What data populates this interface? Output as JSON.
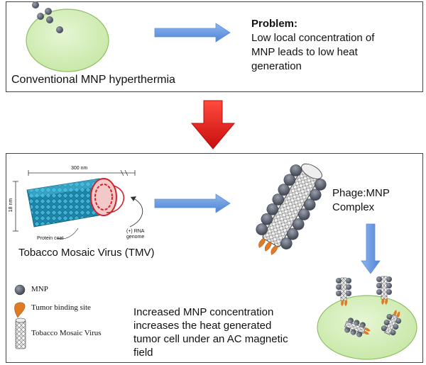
{
  "top_panel": {
    "caption": "Conventional MNP hyperthermia",
    "problem_heading": "Problem:",
    "problem_lines": [
      "Low local concentration of",
      "MNP leads to low heat",
      "generation"
    ]
  },
  "bottom_panel": {
    "tmv_caption": "Tobacco Mosaic Virus (TMV)",
    "tmv_dimension_length": "300 nm",
    "tmv_dimension_width": "18 nm",
    "tmv_protein_label": "Protein coat",
    "tmv_rna_label_lines": [
      "(+) RNA",
      "genome"
    ],
    "complex_label_lines": [
      "Phage:MNP",
      "Complex"
    ],
    "result_lines": [
      "Increased MNP concentration",
      "increases the heat generated",
      "tumor cell under an AC magnetic",
      "field"
    ]
  },
  "legend": {
    "items": [
      {
        "label": "MNP",
        "icon": "mnp-sphere-icon"
      },
      {
        "label": "Tumor binding site",
        "icon": "binding-site-icon"
      },
      {
        "label": "Tobacco Mosaic Virus",
        "icon": "tmv-rod-icon"
      }
    ]
  },
  "colors": {
    "cell_fill": "#d4eeb8",
    "cell_stroke": "#8fbf66",
    "mnp": "#5b6170",
    "arrow_blue": "#6f9fe0",
    "arrow_red": "#e01a1a",
    "tmv_blue": "#2a9fc4",
    "rna_red": "#d1232a",
    "binding_orange": "#e07b25"
  }
}
